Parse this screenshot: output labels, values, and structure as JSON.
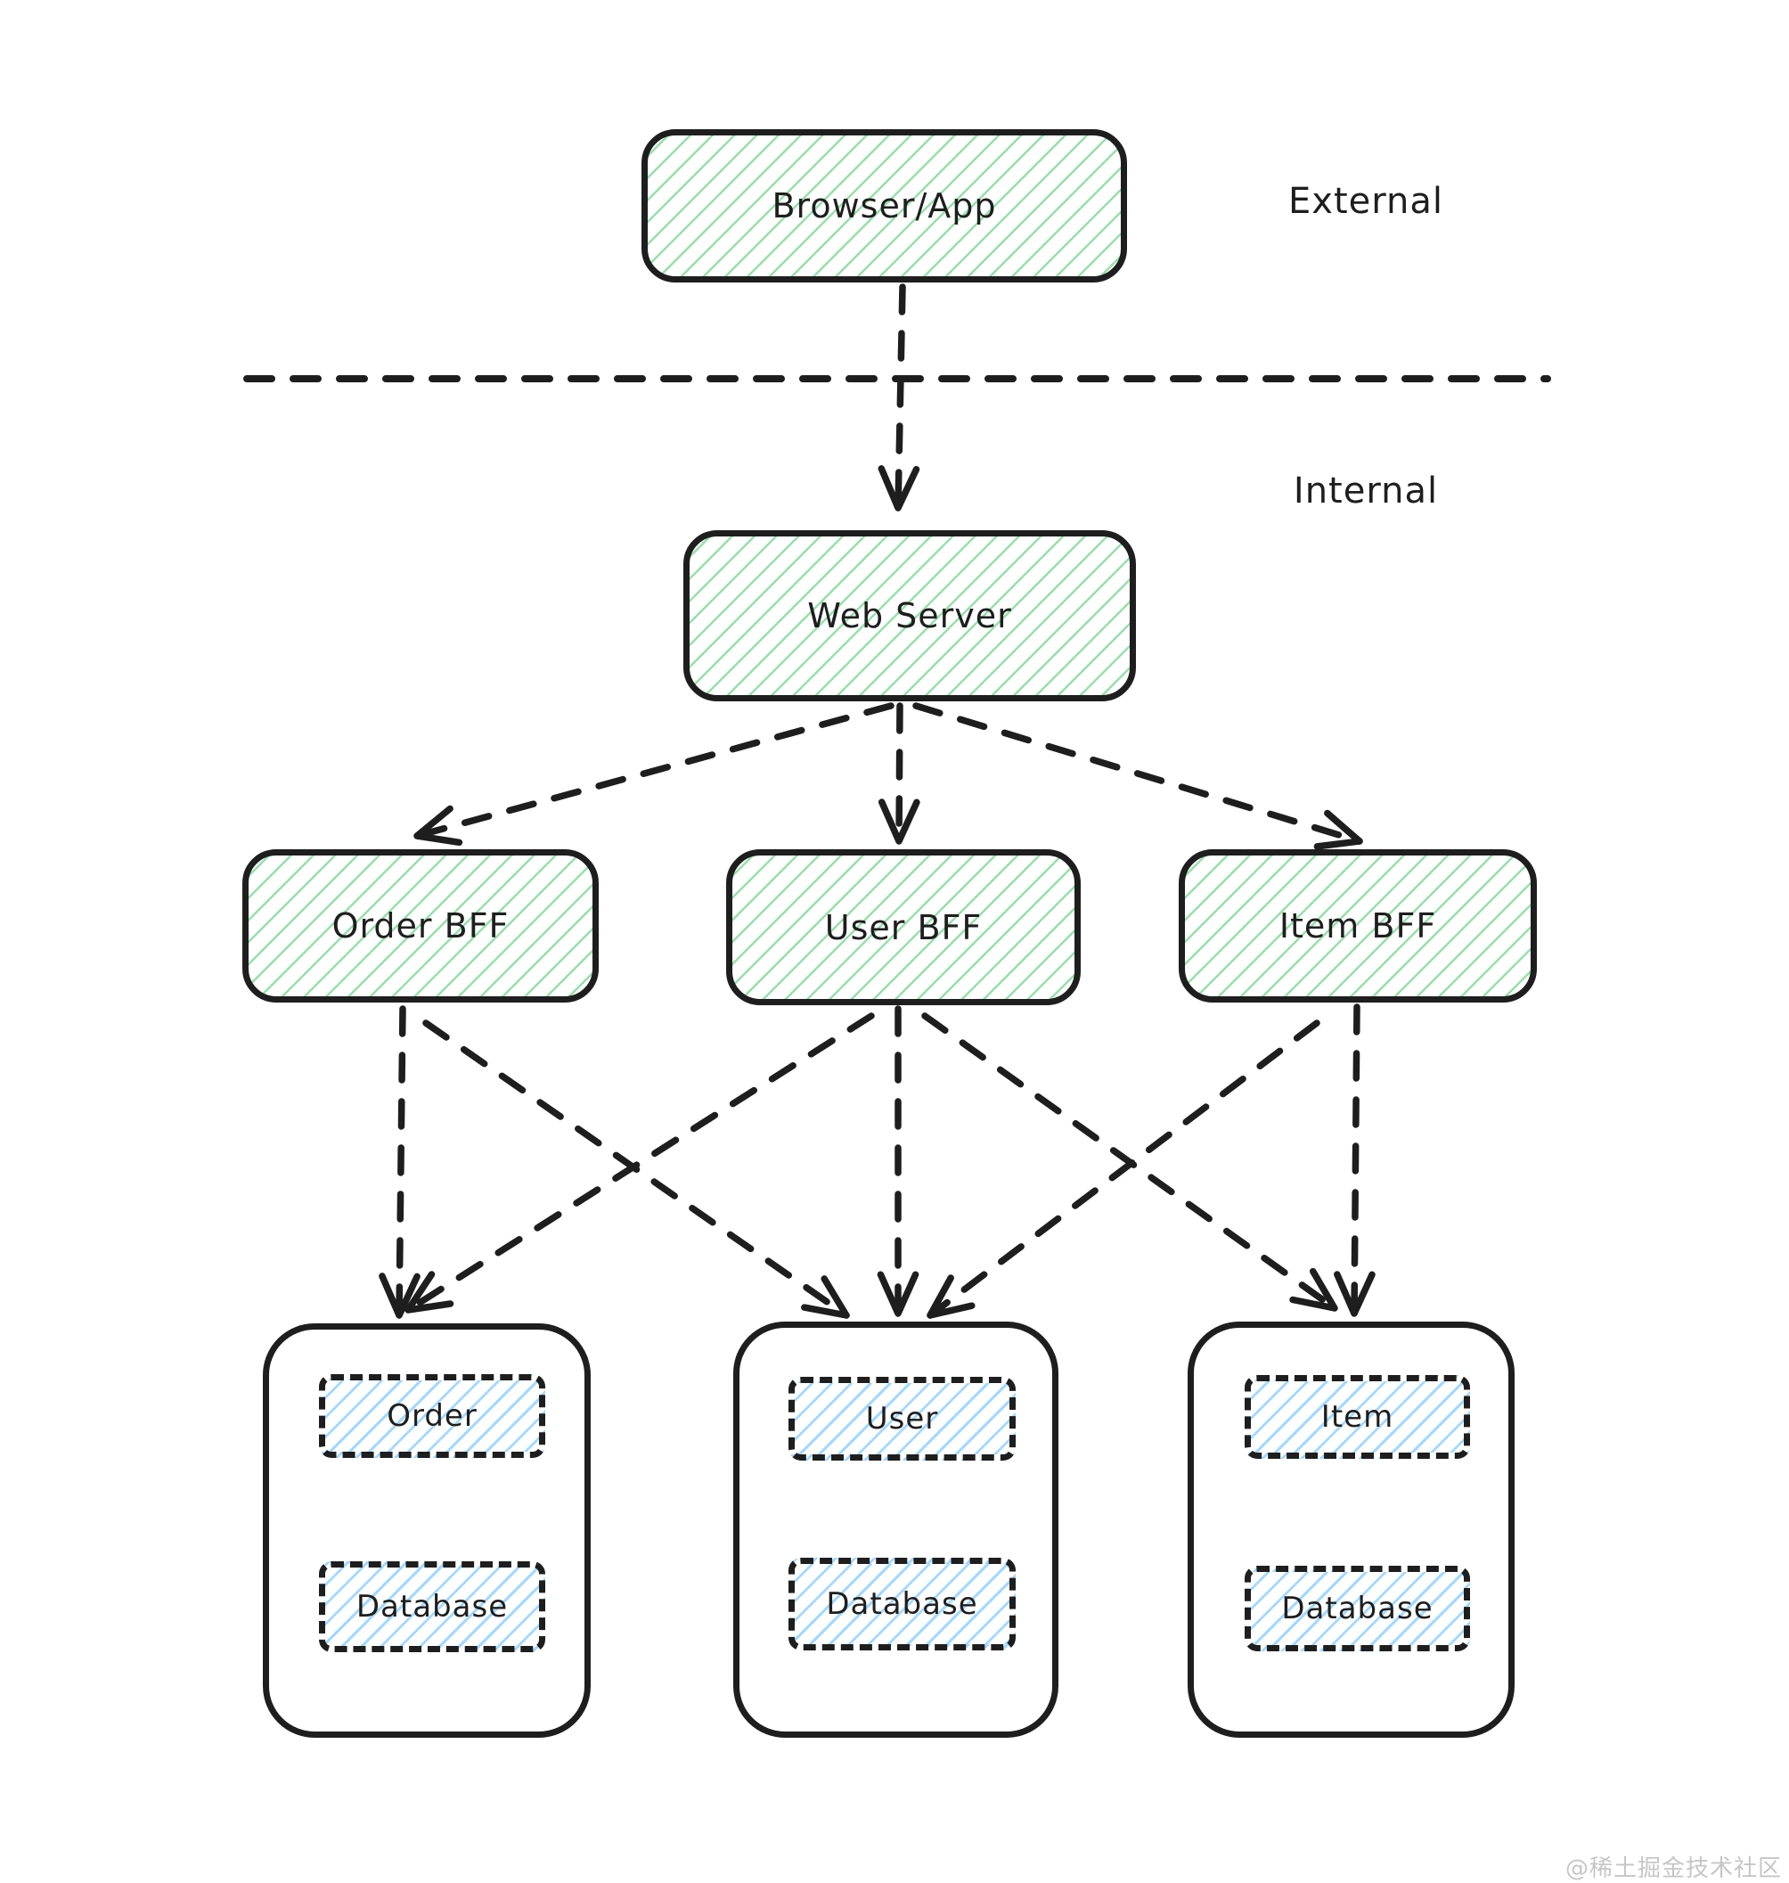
{
  "diagram": {
    "zones": {
      "external": "External",
      "internal": "Internal"
    },
    "nodes": {
      "browser_app": "Browser/App",
      "web_server": "Web Server",
      "order_bff": "Order BFF",
      "user_bff": "User BFF",
      "item_bff": "Item BFF"
    },
    "groups": [
      {
        "service_label": "Order",
        "database_label": "Database"
      },
      {
        "service_label": "User",
        "database_label": "Database"
      },
      {
        "service_label": "Item",
        "database_label": "Database"
      }
    ],
    "edges": [
      {
        "from": "Browser/App",
        "to": "Web Server"
      },
      {
        "from": "Web Server",
        "to": "Order BFF"
      },
      {
        "from": "Web Server",
        "to": "User BFF"
      },
      {
        "from": "Web Server",
        "to": "Item BFF"
      },
      {
        "from": "Order BFF",
        "to": "Order group"
      },
      {
        "from": "Order BFF",
        "to": "User group"
      },
      {
        "from": "User BFF",
        "to": "Order group"
      },
      {
        "from": "User BFF",
        "to": "User group"
      },
      {
        "from": "User BFF",
        "to": "Item group"
      },
      {
        "from": "Item BFF",
        "to": "User group"
      },
      {
        "from": "Item BFF",
        "to": "Item group"
      }
    ],
    "colors": {
      "stroke": "#1e1e1e",
      "green_hatch": "#98dfab",
      "blue_hatch": "#a5d8ff",
      "watermark_color": "#c6c6c6"
    },
    "watermark": "@稀土掘金技术社区"
  }
}
